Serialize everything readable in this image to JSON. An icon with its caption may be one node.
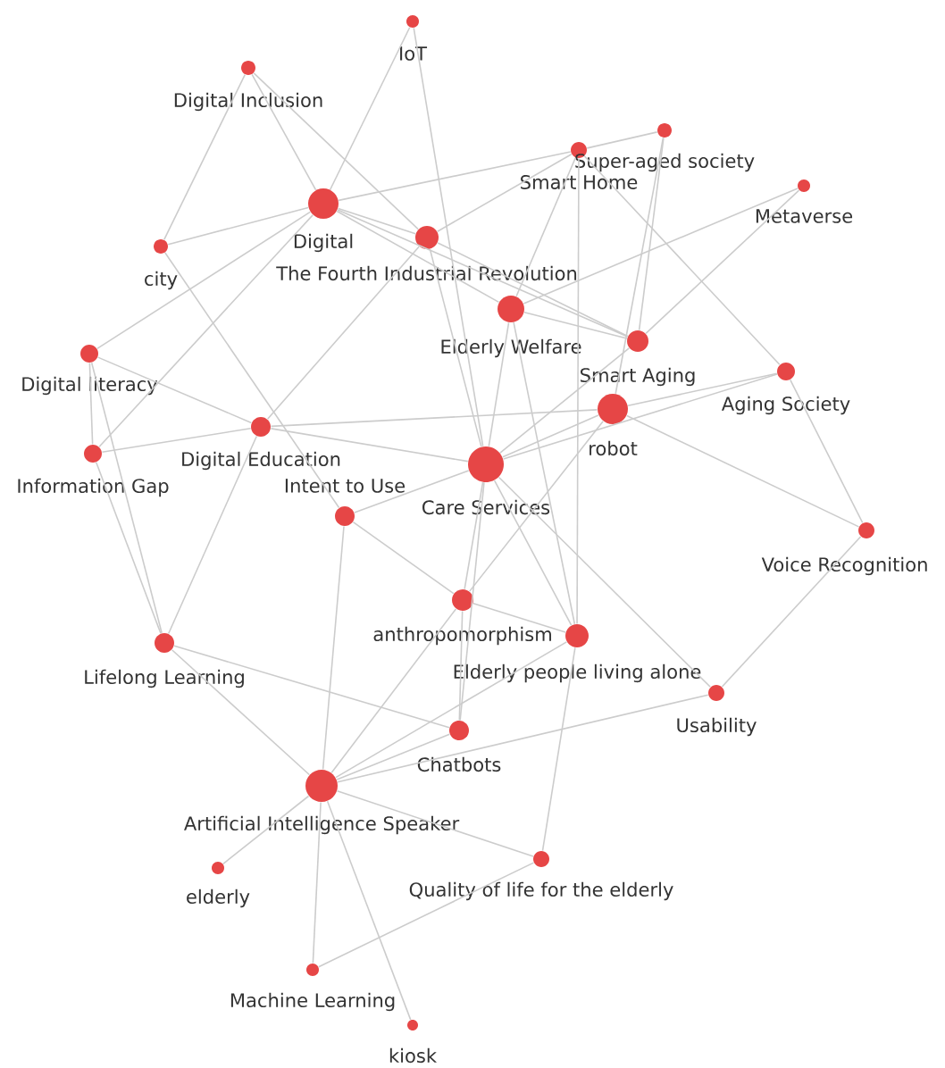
{
  "diagram": {
    "nodes": [
      {
        "text": [
          "IoT"
        ]
      },
      {
        "text": [
          "Digital Inclusion"
        ]
      },
      {
        "text": [
          "Digital"
        ]
      },
      {
        "text": [
          "city"
        ]
      },
      {
        "text": [
          "The Fourth Industrial Revolution"
        ]
      },
      {
        "text": [
          "Smart Home"
        ]
      },
      {
        "text": [
          "Super-aged society"
        ]
      },
      {
        "text": [
          "Metaverse"
        ]
      },
      {
        "text": [
          "Elderly Welfare"
        ]
      },
      {
        "text": [
          "Smart Aging"
        ]
      },
      {
        "text": [
          "robot"
        ]
      },
      {
        "text": [
          "Aging Society"
        ]
      },
      {
        "text": [
          "Digital literacy"
        ]
      },
      {
        "text": [
          "Information Gap"
        ]
      },
      {
        "text": [
          "Digital Education"
        ]
      },
      {
        "text": [
          "Care Services"
        ]
      },
      {
        "text": [
          "Intent to Use"
        ]
      },
      {
        "text": [
          "Voice Recognition"
        ]
      },
      {
        "text": [
          "anthropomorphism"
        ]
      },
      {
        "text": [
          "Elderly people living alone"
        ]
      },
      {
        "text": [
          "Lifelong Learning"
        ]
      },
      {
        "text": [
          "Usability"
        ]
      },
      {
        "text": [
          "Chatbots"
        ]
      },
      {
        "text": [
          "Artificial Intelligence Speaker"
        ]
      },
      {
        "text": [
          "elderly"
        ]
      },
      {
        "text": [
          "Quality of life for the elderly"
        ]
      },
      {
        "text": [
          "Machine Learning"
        ]
      },
      {
        "text": [
          "kiosk"
        ]
      }
    ],
    "edges": [
      {
        "from": 0,
        "to": 2,
        "arrow": "none"
      },
      {
        "from": 0,
        "to": 15,
        "arrow": "none"
      },
      {
        "from": 1,
        "to": 3,
        "arrow": "none"
      },
      {
        "from": 1,
        "to": 2,
        "arrow": "none"
      },
      {
        "from": 1,
        "to": 4,
        "arrow": "none"
      },
      {
        "from": 2,
        "to": 5,
        "arrow": "none"
      },
      {
        "from": 2,
        "to": 3,
        "arrow": "none"
      },
      {
        "from": 2,
        "to": 4,
        "arrow": "none"
      },
      {
        "from": 2,
        "to": 12,
        "arrow": "none"
      },
      {
        "from": 2,
        "to": 13,
        "arrow": "none"
      },
      {
        "from": 2,
        "to": 9,
        "arrow": "none"
      },
      {
        "from": 2,
        "to": 8,
        "arrow": "none"
      },
      {
        "from": 3,
        "to": 16,
        "arrow": "none"
      },
      {
        "from": 4,
        "to": 14,
        "arrow": "none"
      },
      {
        "from": 4,
        "to": 15,
        "arrow": "none"
      },
      {
        "from": 4,
        "to": 5,
        "arrow": "none"
      },
      {
        "from": 4,
        "to": 9,
        "arrow": "none"
      },
      {
        "from": 5,
        "to": 8,
        "arrow": "none"
      },
      {
        "from": 5,
        "to": 11,
        "arrow": "none"
      },
      {
        "from": 5,
        "to": 19,
        "arrow": "none"
      },
      {
        "from": 6,
        "to": 5,
        "arrow": "none"
      },
      {
        "from": 6,
        "to": 10,
        "arrow": "none"
      },
      {
        "from": 6,
        "to": 9,
        "arrow": "none"
      },
      {
        "from": 7,
        "to": 8,
        "arrow": "none"
      },
      {
        "from": 7,
        "to": 9,
        "arrow": "none"
      },
      {
        "from": 8,
        "to": 9,
        "arrow": "none"
      },
      {
        "from": 8,
        "to": 15,
        "arrow": "none"
      },
      {
        "from": 8,
        "to": 19,
        "arrow": "none"
      },
      {
        "from": 9,
        "to": 15,
        "arrow": "none"
      },
      {
        "from": 10,
        "to": 11,
        "arrow": "none"
      },
      {
        "from": 10,
        "to": 15,
        "arrow": "none"
      },
      {
        "from": 10,
        "to": 17,
        "arrow": "none"
      },
      {
        "from": 10,
        "to": 18,
        "arrow": "none"
      },
      {
        "from": 10,
        "to": 14,
        "arrow": "none"
      },
      {
        "from": 11,
        "to": 17,
        "arrow": "none"
      },
      {
        "from": 11,
        "to": 15,
        "arrow": "none"
      },
      {
        "from": 12,
        "to": 13,
        "arrow": "none"
      },
      {
        "from": 12,
        "to": 14,
        "arrow": "none"
      },
      {
        "from": 12,
        "to": 20,
        "arrow": "none"
      },
      {
        "from": 13,
        "to": 14,
        "arrow": "none"
      },
      {
        "from": 13,
        "to": 20,
        "arrow": "none"
      },
      {
        "from": 14,
        "to": 15,
        "arrow": "none"
      },
      {
        "from": 14,
        "to": 20,
        "arrow": "none"
      },
      {
        "from": 15,
        "to": 16,
        "arrow": "none"
      },
      {
        "from": 15,
        "to": 18,
        "arrow": "none"
      },
      {
        "from": 15,
        "to": 19,
        "arrow": "none"
      },
      {
        "from": 15,
        "to": 21,
        "arrow": "none"
      },
      {
        "from": 15,
        "to": 22,
        "arrow": "none"
      },
      {
        "from": 16,
        "to": 18,
        "arrow": "none"
      },
      {
        "from": 16,
        "to": 23,
        "arrow": "none"
      },
      {
        "from": 17,
        "to": 21,
        "arrow": "none"
      },
      {
        "from": 18,
        "to": 19,
        "arrow": "none"
      },
      {
        "from": 18,
        "to": 23,
        "arrow": "none"
      },
      {
        "from": 18,
        "to": 22,
        "arrow": "none"
      },
      {
        "from": 19,
        "to": 25,
        "arrow": "none"
      },
      {
        "from": 19,
        "to": 23,
        "arrow": "none"
      },
      {
        "from": 20,
        "to": 22,
        "arrow": "none"
      },
      {
        "from": 20,
        "to": 23,
        "arrow": "none"
      },
      {
        "from": 21,
        "to": 23,
        "arrow": "none"
      },
      {
        "from": 22,
        "to": 23,
        "arrow": "none"
      },
      {
        "from": 23,
        "to": 24,
        "arrow": "none"
      },
      {
        "from": 23,
        "to": 26,
        "arrow": "none"
      },
      {
        "from": 23,
        "to": 27,
        "arrow": "none"
      },
      {
        "from": 23,
        "to": 25,
        "arrow": "none"
      },
      {
        "from": 26,
        "to": 25,
        "arrow": "none"
      }
    ]
  }
}
